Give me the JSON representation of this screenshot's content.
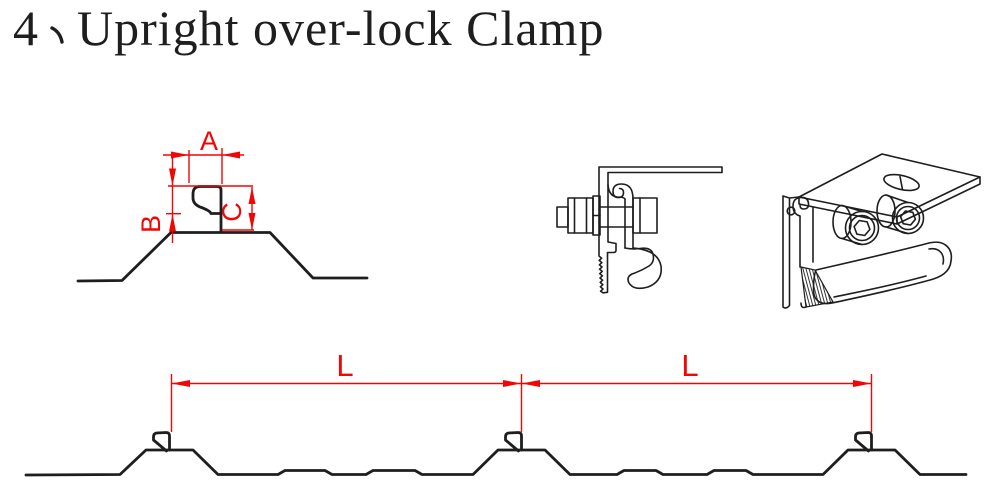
{
  "title": {
    "number": "4",
    "separator": "、",
    "text": "Upright over-lock Clamp"
  },
  "colors": {
    "line_ink": "#1e1e1e",
    "dimension_red": "#f20505",
    "background": "#ffffff"
  },
  "dimensions": {
    "a": "A",
    "b": "B",
    "c": "C",
    "l_left": "L",
    "l_right": "L"
  }
}
